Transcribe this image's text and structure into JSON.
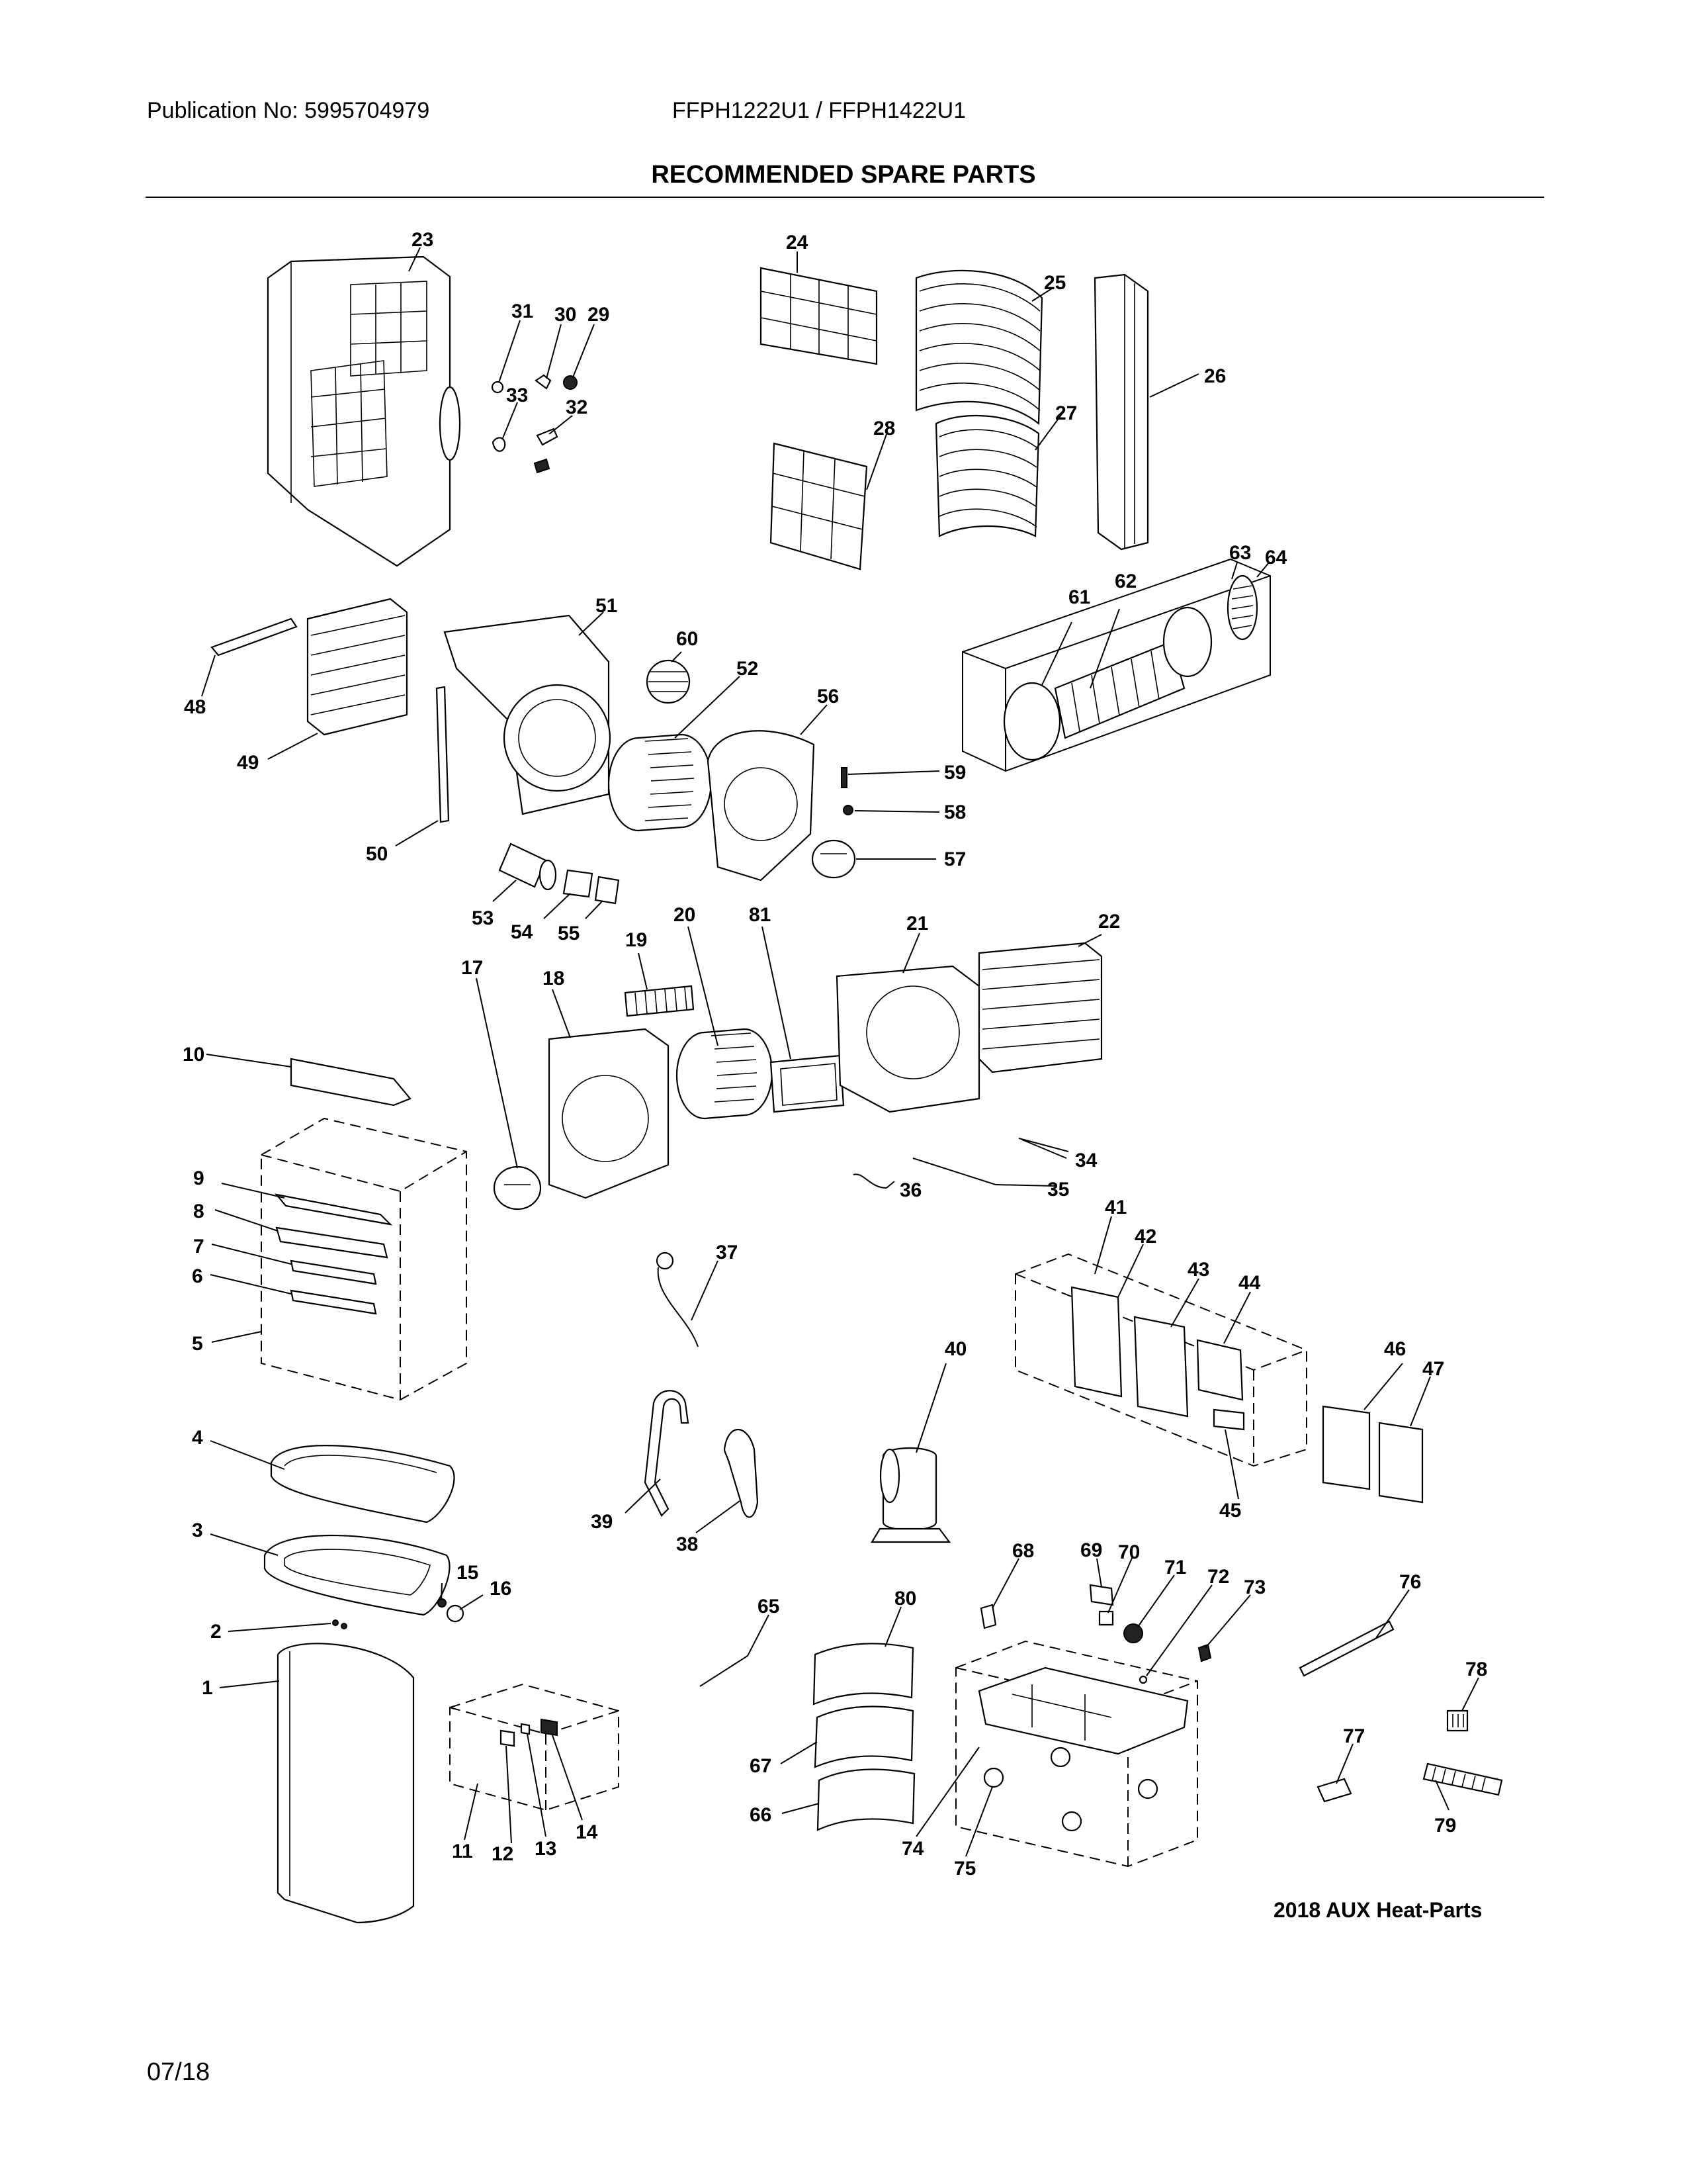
{
  "header": {
    "publication": "Publication No: 5995704979",
    "models": "FFPH1222U1 / FFPH1422U1",
    "title": "RECOMMENDED SPARE PARTS"
  },
  "footer": {
    "caption": "2018 AUX Heat-Parts",
    "date": "07/18"
  },
  "callouts": [
    {
      "id": "1",
      "text": "1"
    },
    {
      "id": "2",
      "text": "2"
    },
    {
      "id": "3",
      "text": "3"
    },
    {
      "id": "4",
      "text": "4"
    },
    {
      "id": "5",
      "text": "5"
    },
    {
      "id": "6",
      "text": "6"
    },
    {
      "id": "7",
      "text": "7"
    },
    {
      "id": "8",
      "text": "8"
    },
    {
      "id": "9",
      "text": "9"
    },
    {
      "id": "10",
      "text": "10"
    },
    {
      "id": "11",
      "text": "11"
    },
    {
      "id": "12",
      "text": "12"
    },
    {
      "id": "13",
      "text": "13"
    },
    {
      "id": "14",
      "text": "14"
    },
    {
      "id": "15",
      "text": "15"
    },
    {
      "id": "16",
      "text": "16"
    },
    {
      "id": "17",
      "text": "17"
    },
    {
      "id": "18",
      "text": "18"
    },
    {
      "id": "19",
      "text": "19"
    },
    {
      "id": "20",
      "text": "20"
    },
    {
      "id": "21",
      "text": "21"
    },
    {
      "id": "22",
      "text": "22"
    },
    {
      "id": "23",
      "text": "23"
    },
    {
      "id": "24",
      "text": "24"
    },
    {
      "id": "25",
      "text": "25"
    },
    {
      "id": "26",
      "text": "26"
    },
    {
      "id": "27",
      "text": "27"
    },
    {
      "id": "28",
      "text": "28"
    },
    {
      "id": "29",
      "text": "29"
    },
    {
      "id": "30",
      "text": "30"
    },
    {
      "id": "31",
      "text": "31"
    },
    {
      "id": "32",
      "text": "32"
    },
    {
      "id": "33",
      "text": "33"
    },
    {
      "id": "34",
      "text": "34"
    },
    {
      "id": "35",
      "text": "35"
    },
    {
      "id": "36",
      "text": "36"
    },
    {
      "id": "37",
      "text": "37"
    },
    {
      "id": "38",
      "text": "38"
    },
    {
      "id": "39",
      "text": "39"
    },
    {
      "id": "40",
      "text": "40"
    },
    {
      "id": "41",
      "text": "41"
    },
    {
      "id": "42",
      "text": "42"
    },
    {
      "id": "43",
      "text": "43"
    },
    {
      "id": "44",
      "text": "44"
    },
    {
      "id": "45",
      "text": "45"
    },
    {
      "id": "46",
      "text": "46"
    },
    {
      "id": "47",
      "text": "47"
    },
    {
      "id": "48",
      "text": "48"
    },
    {
      "id": "49",
      "text": "49"
    },
    {
      "id": "50",
      "text": "50"
    },
    {
      "id": "51",
      "text": "51"
    },
    {
      "id": "52",
      "text": "52"
    },
    {
      "id": "53",
      "text": "53"
    },
    {
      "id": "54",
      "text": "54"
    },
    {
      "id": "55",
      "text": "55"
    },
    {
      "id": "56",
      "text": "56"
    },
    {
      "id": "57",
      "text": "57"
    },
    {
      "id": "58",
      "text": "58"
    },
    {
      "id": "59",
      "text": "59"
    },
    {
      "id": "60",
      "text": "60"
    },
    {
      "id": "61",
      "text": "61"
    },
    {
      "id": "62",
      "text": "62"
    },
    {
      "id": "63",
      "text": "63"
    },
    {
      "id": "64",
      "text": "64"
    },
    {
      "id": "65",
      "text": "65"
    },
    {
      "id": "66",
      "text": "66"
    },
    {
      "id": "67",
      "text": "67"
    },
    {
      "id": "68",
      "text": "68"
    },
    {
      "id": "69",
      "text": "69"
    },
    {
      "id": "70",
      "text": "70"
    },
    {
      "id": "71",
      "text": "71"
    },
    {
      "id": "72",
      "text": "72"
    },
    {
      "id": "73",
      "text": "73"
    },
    {
      "id": "74",
      "text": "74"
    },
    {
      "id": "75",
      "text": "75"
    },
    {
      "id": "76",
      "text": "76"
    },
    {
      "id": "77",
      "text": "77"
    },
    {
      "id": "78",
      "text": "78"
    },
    {
      "id": "79",
      "text": "79"
    },
    {
      "id": "80",
      "text": "80"
    },
    {
      "id": "81",
      "text": "81"
    }
  ]
}
